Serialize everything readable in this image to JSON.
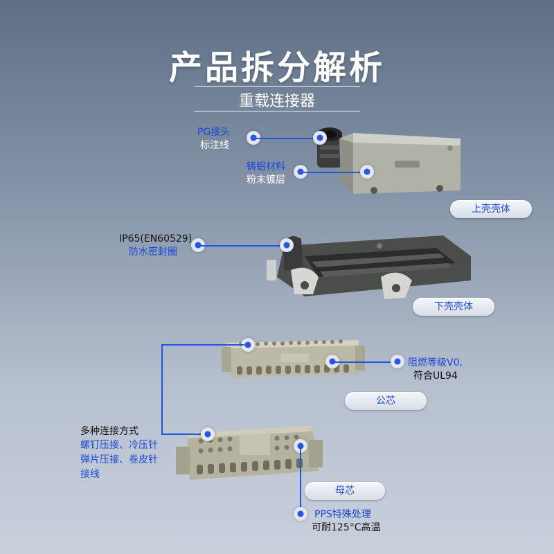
{
  "header": {
    "title": "产品拆分解析",
    "subtitle": "重载连接器"
  },
  "annotations": {
    "pg": {
      "line1": "PG接头",
      "line2": "标注线"
    },
    "alloy": {
      "line1": "铸铝材料",
      "line2": "粉末镀层"
    },
    "ip": {
      "line1": "IP65(EN60529)",
      "line2": "防水密封圈"
    },
    "flame": {
      "line1": "阻燃等级V0,",
      "line2": "符合UL94"
    },
    "connect": {
      "line1": "多种连接方式",
      "line2": "螺钉压接、冷压针",
      "line3": "弹片压接、卷皮针",
      "line4": "接线"
    },
    "pps": {
      "line1": "PPS特殊处理",
      "line2": "可耐125°C高温"
    }
  },
  "parts": {
    "upper_shell": "上壳壳体",
    "lower_shell": "下壳壳体",
    "male_insert": "公芯",
    "female_insert": "母芯"
  },
  "colors": {
    "accent_blue": "#1a49d6",
    "line_blue": "#1f55e6",
    "housing_grey": "#a8aa9f",
    "insert_grey": "#b5b39f"
  },
  "icons": [
    "callout-dot-icon"
  ]
}
